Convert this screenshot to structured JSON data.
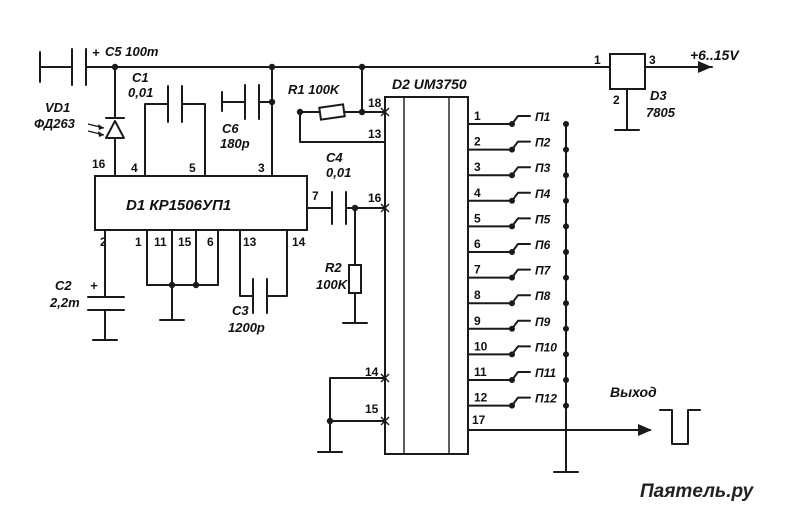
{
  "labels": {
    "c5": "C5 100m",
    "c1_name": "C1",
    "c1_val": "0,01",
    "vd1_name": "VD1",
    "vd1_part": "ФД263",
    "c6_name": "C6",
    "c6_val": "180p",
    "r1": "R1 100K",
    "d2": "D2 UM3750",
    "d3_name": "D3",
    "d3_part": "7805",
    "supply": "+6..15V",
    "c4_name": "C4",
    "c4_val": "0,01",
    "d1": "D1 КР1506УП1",
    "r2_name": "R2",
    "r2_val": "100K",
    "c2_name": "C2",
    "c2_val": "2,2m",
    "c3_name": "C3",
    "c3_val": "1200p",
    "output": "Выход",
    "watermark": "Паяmель.ру"
  },
  "d1_pins": {
    "p16": "16",
    "p4": "4",
    "p5": "5",
    "p3": "3",
    "p7": "7",
    "p2": "2",
    "p1": "1",
    "p11": "11",
    "p15": "15",
    "p6": "6",
    "p13": "13",
    "p14": "14"
  },
  "d2_pins": {
    "p18": "18",
    "p13": "13",
    "p16": "16",
    "p14": "14",
    "p15": "15",
    "p17": "17"
  },
  "d3_pins": {
    "p1": "1",
    "p2": "2",
    "p3": "3"
  },
  "switches": [
    {
      "pin": "1",
      "name": "П1"
    },
    {
      "pin": "2",
      "name": "П2"
    },
    {
      "pin": "3",
      "name": "П3"
    },
    {
      "pin": "4",
      "name": "П4"
    },
    {
      "pin": "5",
      "name": "П5"
    },
    {
      "pin": "6",
      "name": "П6"
    },
    {
      "pin": "7",
      "name": "П7"
    },
    {
      "pin": "8",
      "name": "П8"
    },
    {
      "pin": "9",
      "name": "П9"
    },
    {
      "pin": "10",
      "name": "П10"
    },
    {
      "pin": "11",
      "name": "П11"
    },
    {
      "pin": "12",
      "name": "П12"
    }
  ]
}
